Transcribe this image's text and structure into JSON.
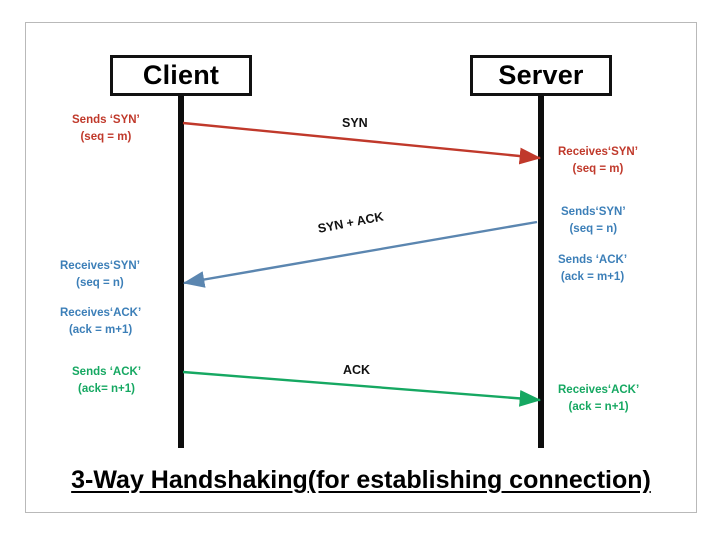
{
  "diagram": {
    "title": "3-Way Handshaking(for establishing connection)",
    "participants": {
      "client": "Client",
      "server": "Server"
    },
    "colors": {
      "syn": "#c0392b",
      "syn_ack": "#3c7fb8",
      "ack": "#16a862",
      "lifeline": "#0d0d0d",
      "frame": "#b9b9b9",
      "text": "#000000"
    },
    "messages": [
      {
        "name": "syn",
        "arrow_label": "SYN",
        "direction": "client-to-server",
        "color": "#c0392b",
        "source_label_line1": "Sends ‘SYN’",
        "source_label_line2": "(seq = m)",
        "target_label_line1": "Receives‘SYN’",
        "target_label_line2": "(seq = m)"
      },
      {
        "name": "syn-ack",
        "arrow_label": "SYN + ACK",
        "direction": "server-to-client",
        "color": "#3c7fb8",
        "source_label_line1": "Sends‘SYN’",
        "source_label_line2": "(seq = n)",
        "source_label2_line1": "Sends ‘ACK’",
        "source_label2_line2": "(ack = m+1)",
        "target_label_line1": "Receives‘SYN’",
        "target_label_line2": "(seq = n)",
        "target_label2_line1": "Receives‘ACK’",
        "target_label2_line2": "(ack = m+1)"
      },
      {
        "name": "ack",
        "arrow_label": "ACK",
        "direction": "client-to-server",
        "color": "#16a862",
        "source_label_line1": "Sends ‘ACK’",
        "source_label_line2": "(ack= n+1)",
        "target_label_line1": "Receives‘ACK’",
        "target_label_line2": "(ack = n+1)"
      }
    ]
  }
}
